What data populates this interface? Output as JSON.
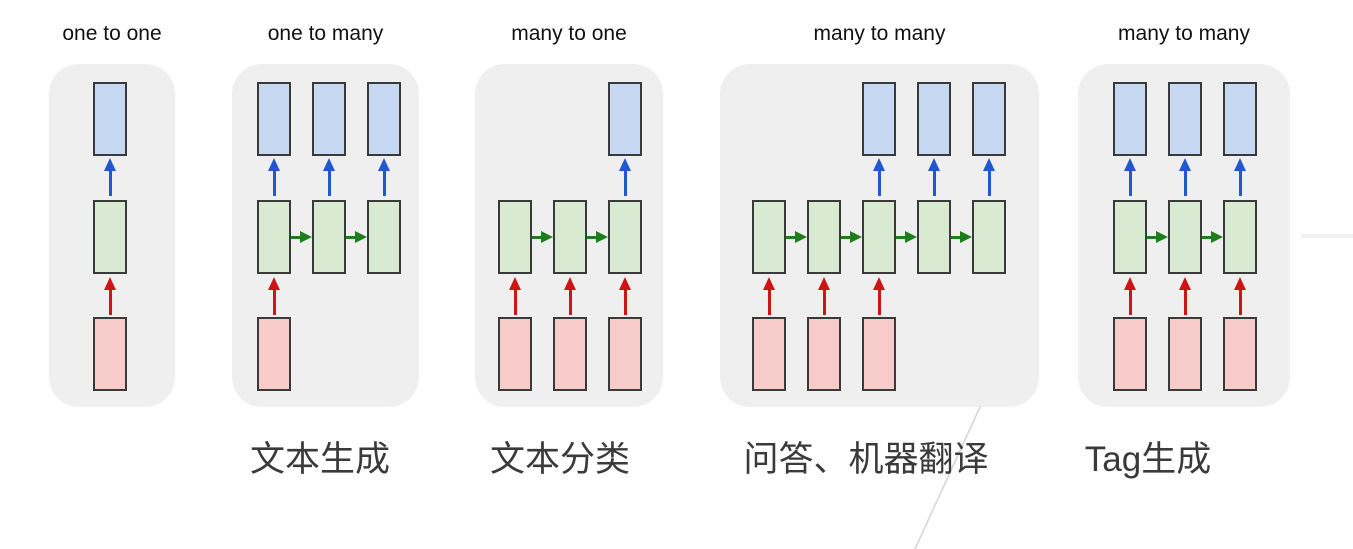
{
  "diagram": {
    "background": "#ffffff",
    "panel_bg": "#efefef",
    "box_border": "#3a3a3a",
    "input_fill": "#f8cbcb",
    "hidden_fill": "#d9ead3",
    "output_fill": "#c7d8f2",
    "input_arrow": "#cf1414",
    "hidden_arrow": "#1e7e1e",
    "output_arrow": "#2158cf",
    "title_color": "#111111",
    "label_color": "#3a3a3a",
    "panels": [
      {
        "id": "one-to-one",
        "title": "one to one",
        "label": "",
        "columns": 1,
        "input_boxes": [
          0
        ],
        "hidden_boxes": [
          0
        ],
        "output_boxes": [
          0
        ],
        "input_arrows": [
          0
        ],
        "output_arrows": [
          0
        ],
        "hidden_arrows": []
      },
      {
        "id": "one-to-many",
        "title": "one to many",
        "label": "文本生成",
        "columns": 3,
        "input_boxes": [
          0
        ],
        "hidden_boxes": [
          0,
          1,
          2
        ],
        "output_boxes": [
          0,
          1,
          2
        ],
        "input_arrows": [
          0
        ],
        "output_arrows": [
          0,
          1,
          2
        ],
        "hidden_arrows": [
          0,
          1
        ]
      },
      {
        "id": "many-to-one",
        "title": "many to one",
        "label": "文本分类",
        "columns": 3,
        "input_boxes": [
          0,
          1,
          2
        ],
        "hidden_boxes": [
          0,
          1,
          2
        ],
        "output_boxes": [
          2
        ],
        "input_arrows": [
          0,
          1,
          2
        ],
        "output_arrows": [
          2
        ],
        "hidden_arrows": [
          0,
          1
        ]
      },
      {
        "id": "many-to-many-seq2seq",
        "title": "many to many",
        "label": "问答、机器翻译",
        "columns": 5,
        "input_boxes": [
          0,
          1,
          2
        ],
        "hidden_boxes": [
          0,
          1,
          2,
          3,
          4
        ],
        "output_boxes": [
          2,
          3,
          4
        ],
        "input_arrows": [
          0,
          1,
          2
        ],
        "output_arrows": [
          2,
          3,
          4
        ],
        "hidden_arrows": [
          0,
          1,
          2,
          3
        ]
      },
      {
        "id": "many-to-many-synced",
        "title": "many to many",
        "label": "Tag生成",
        "columns": 3,
        "input_boxes": [
          0,
          1,
          2
        ],
        "hidden_boxes": [
          0,
          1,
          2
        ],
        "output_boxes": [
          0,
          1,
          2
        ],
        "input_arrows": [
          0,
          1,
          2
        ],
        "output_arrows": [
          0,
          1,
          2
        ],
        "hidden_arrows": [
          0,
          1
        ]
      }
    ],
    "artifacts": {
      "diagonal_line": "#d6d6d6",
      "horizontal_line": "#f1f1f1"
    }
  }
}
